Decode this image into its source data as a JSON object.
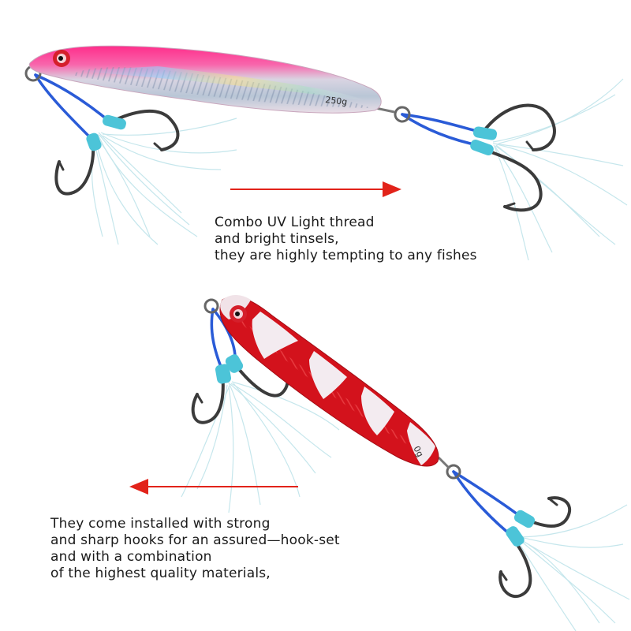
{
  "colors": {
    "arrow": "#e2231a",
    "pink_jig": "#f0287a",
    "red_jig": "#d3121c",
    "glow_band": "#f3ebf0",
    "assist_cord": "#2a5bd7",
    "tube": "#4cc4d8",
    "hook": "#3b3b3b",
    "tinsel": "#cfe9ee"
  },
  "top_jig": {
    "weight_label": "250g"
  },
  "bottom_jig": {
    "weight_label": "0g"
  },
  "captions": {
    "top": [
      "Combo UV Light thread",
      "and bright tinsels,",
      "they are highly tempting to any fishes"
    ],
    "bottom": [
      "They come installed with strong",
      "and sharp hooks for an assured—hook-set",
      "and with a combination",
      "of the highest quality materials,"
    ]
  }
}
